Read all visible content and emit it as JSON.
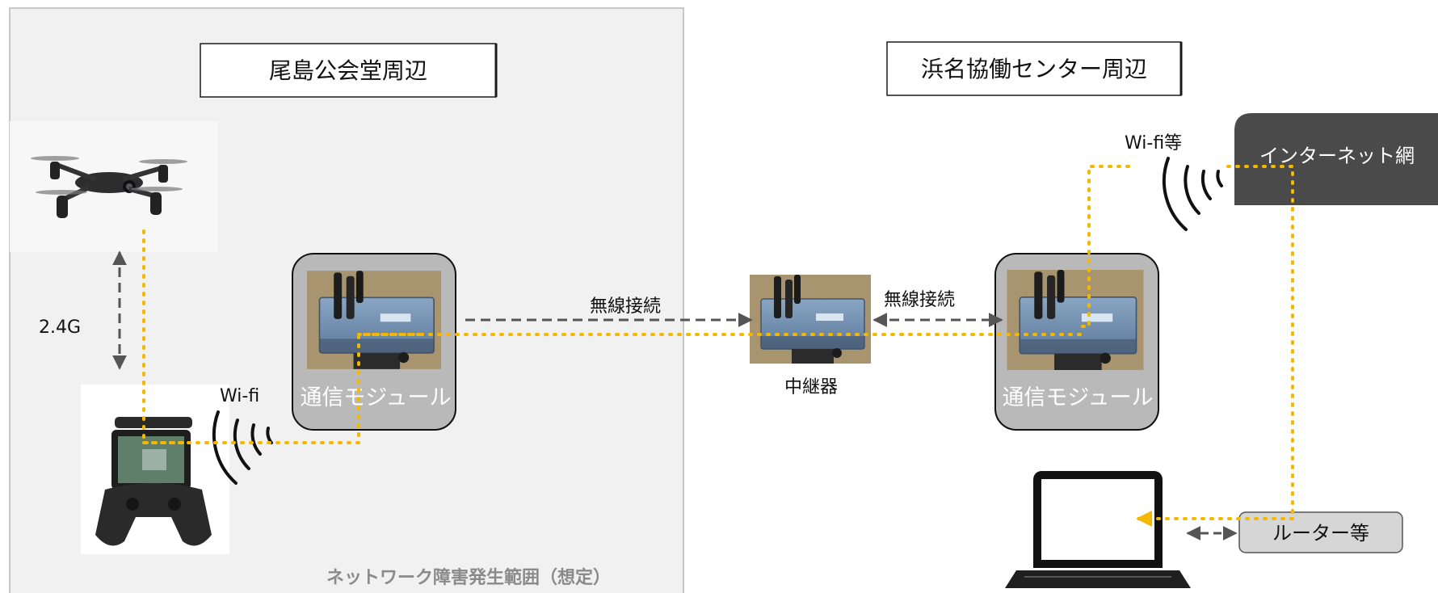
{
  "areas": {
    "left_title": "尾島公会堂周辺",
    "right_title": "浜名協働センター周辺",
    "failure_zone_label": "ネットワーク障害発生範囲（想定）"
  },
  "devices": {
    "comm_module_left": "通信モジュール",
    "comm_module_right": "通信モジュール",
    "relay": "中継器",
    "internet": "インターネット網",
    "router": "ルーター等"
  },
  "links": {
    "drone_band": "2.4G",
    "controller_wifi": "Wi-fi",
    "wireless_left": "無線接続",
    "wireless_right": "無線接続",
    "internet_wifi": "Wi-fi等"
  },
  "colors": {
    "zone_fill": "#f1f1f1",
    "zone_border": "#b8b8b8",
    "data_path": "#f5b800",
    "dashed_arrow": "#555555",
    "internet_box": "#4a4a4a",
    "module_box": "#b9b9b9",
    "router_box": "#d6d6d6",
    "device_blue": "#6e8fb3"
  },
  "icons": [
    "drone-icon",
    "controller-icon",
    "wifi-waves-icon",
    "laptop-icon",
    "antenna-icon"
  ]
}
